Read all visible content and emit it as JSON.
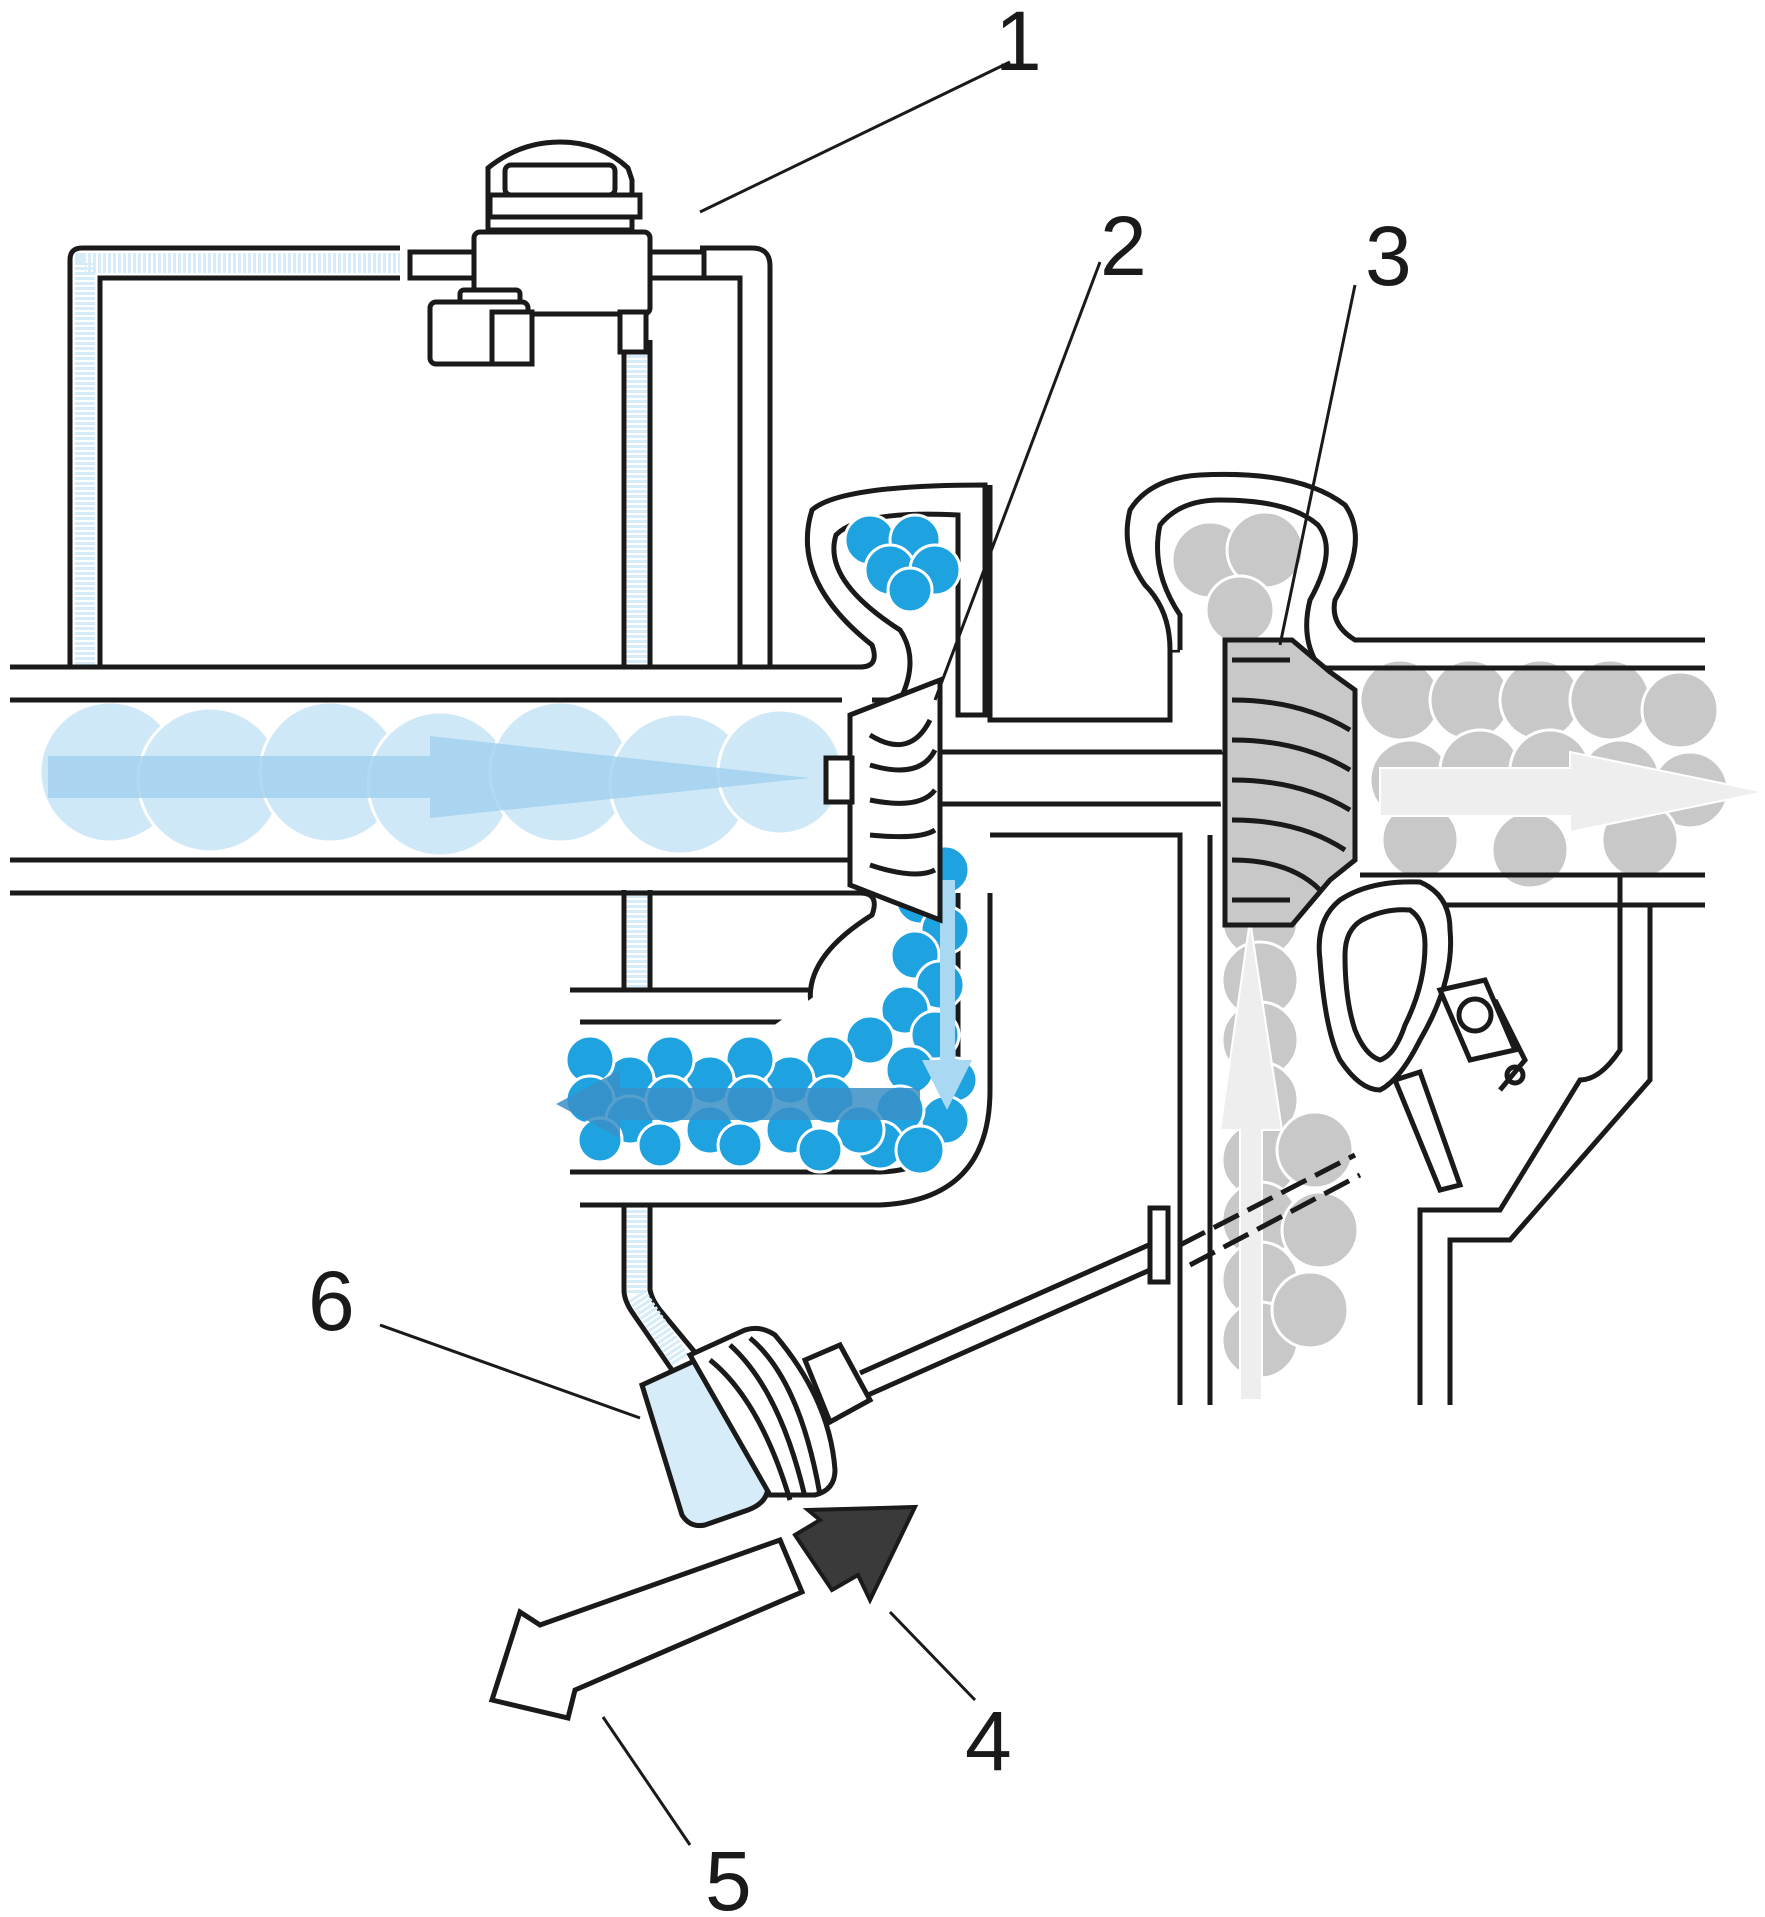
{
  "labels": {
    "l1": "1",
    "l2": "2",
    "l3": "3",
    "l4": "4",
    "l5": "5",
    "l6": "6"
  },
  "colors": {
    "outline": "#1a1a1a",
    "fresh_air": "#cfe8f7",
    "fresh_air_arrow": "#9fd0ee",
    "charge_air": "#1fa2e0",
    "charge_air_arrow": "#3a8fc6",
    "exhaust": "#c8c8c8",
    "exhaust_arrow": "#eeeeee",
    "control_arrow": "#3a3a3a",
    "vacuum_line_fill": "#d6ecf8"
  }
}
